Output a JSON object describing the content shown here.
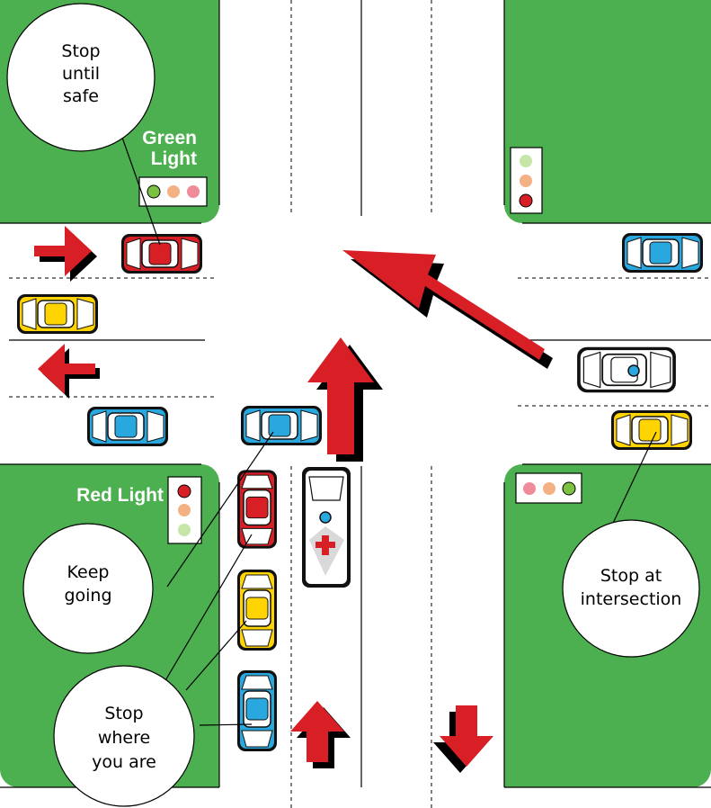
{
  "labels": {
    "green_light_line1": "Green",
    "green_light_line2": "Light",
    "red_light": "Red Light"
  },
  "bubbles": {
    "stop_until_safe": [
      "Stop",
      "until",
      "safe"
    ],
    "keep_going": [
      "Keep",
      "going"
    ],
    "stop_where_you_are": [
      "Stop",
      "where",
      "you are"
    ],
    "stop_at_intersection": [
      "Stop at",
      "intersection"
    ]
  },
  "traffic_lights": {
    "north_west": {
      "lit": "green",
      "orientation": "horizontal"
    },
    "north_east": {
      "lit": "red",
      "orientation": "vertical"
    },
    "south_west": {
      "lit": "red",
      "orientation": "vertical"
    },
    "south_east": {
      "lit": "green",
      "orientation": "horizontal"
    }
  },
  "vehicles": [
    {
      "id": "car-red-west-upper",
      "color": "red"
    },
    {
      "id": "car-blue-east-upper",
      "color": "blue"
    },
    {
      "id": "car-yellow-west",
      "color": "yellow"
    },
    {
      "id": "car-police-east",
      "color": "white"
    },
    {
      "id": "car-blue-west-lower",
      "color": "blue"
    },
    {
      "id": "car-blue-center",
      "color": "blue"
    },
    {
      "id": "car-yellow-east",
      "color": "yellow"
    },
    {
      "id": "car-red-south",
      "color": "red"
    },
    {
      "id": "car-yellow-south",
      "color": "yellow"
    },
    {
      "id": "car-blue-south",
      "color": "blue"
    },
    {
      "id": "ambulance",
      "color": "white"
    }
  ],
  "colors": {
    "grass": "#4caf50",
    "arrow": "#d81f26",
    "light_red": "#d81f26",
    "light_green": "#7cc242",
    "light_amber": "#f4b183"
  }
}
